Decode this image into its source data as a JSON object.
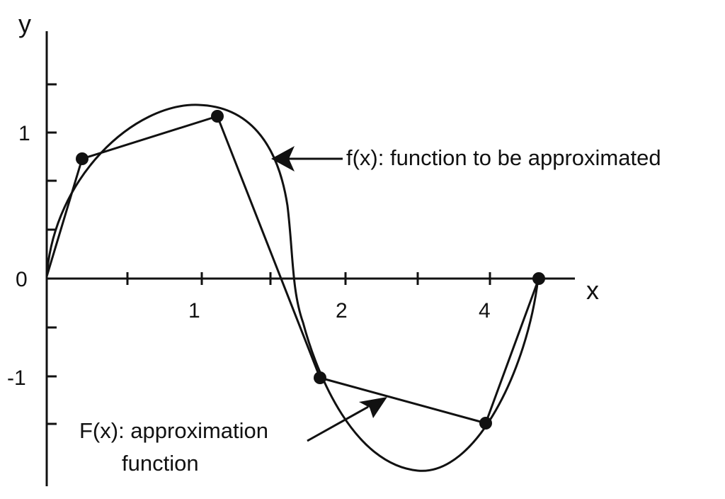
{
  "axes": {
    "x_label": "x",
    "y_label": "y"
  },
  "x_ticks": [
    "1",
    "2",
    "4"
  ],
  "y_ticks": [
    "1",
    "0",
    "-1"
  ],
  "annotations": {
    "true_function": "f(x): function to be approximated",
    "approximation_line1": "F(x): approximation",
    "approximation_line2": "function"
  }
}
